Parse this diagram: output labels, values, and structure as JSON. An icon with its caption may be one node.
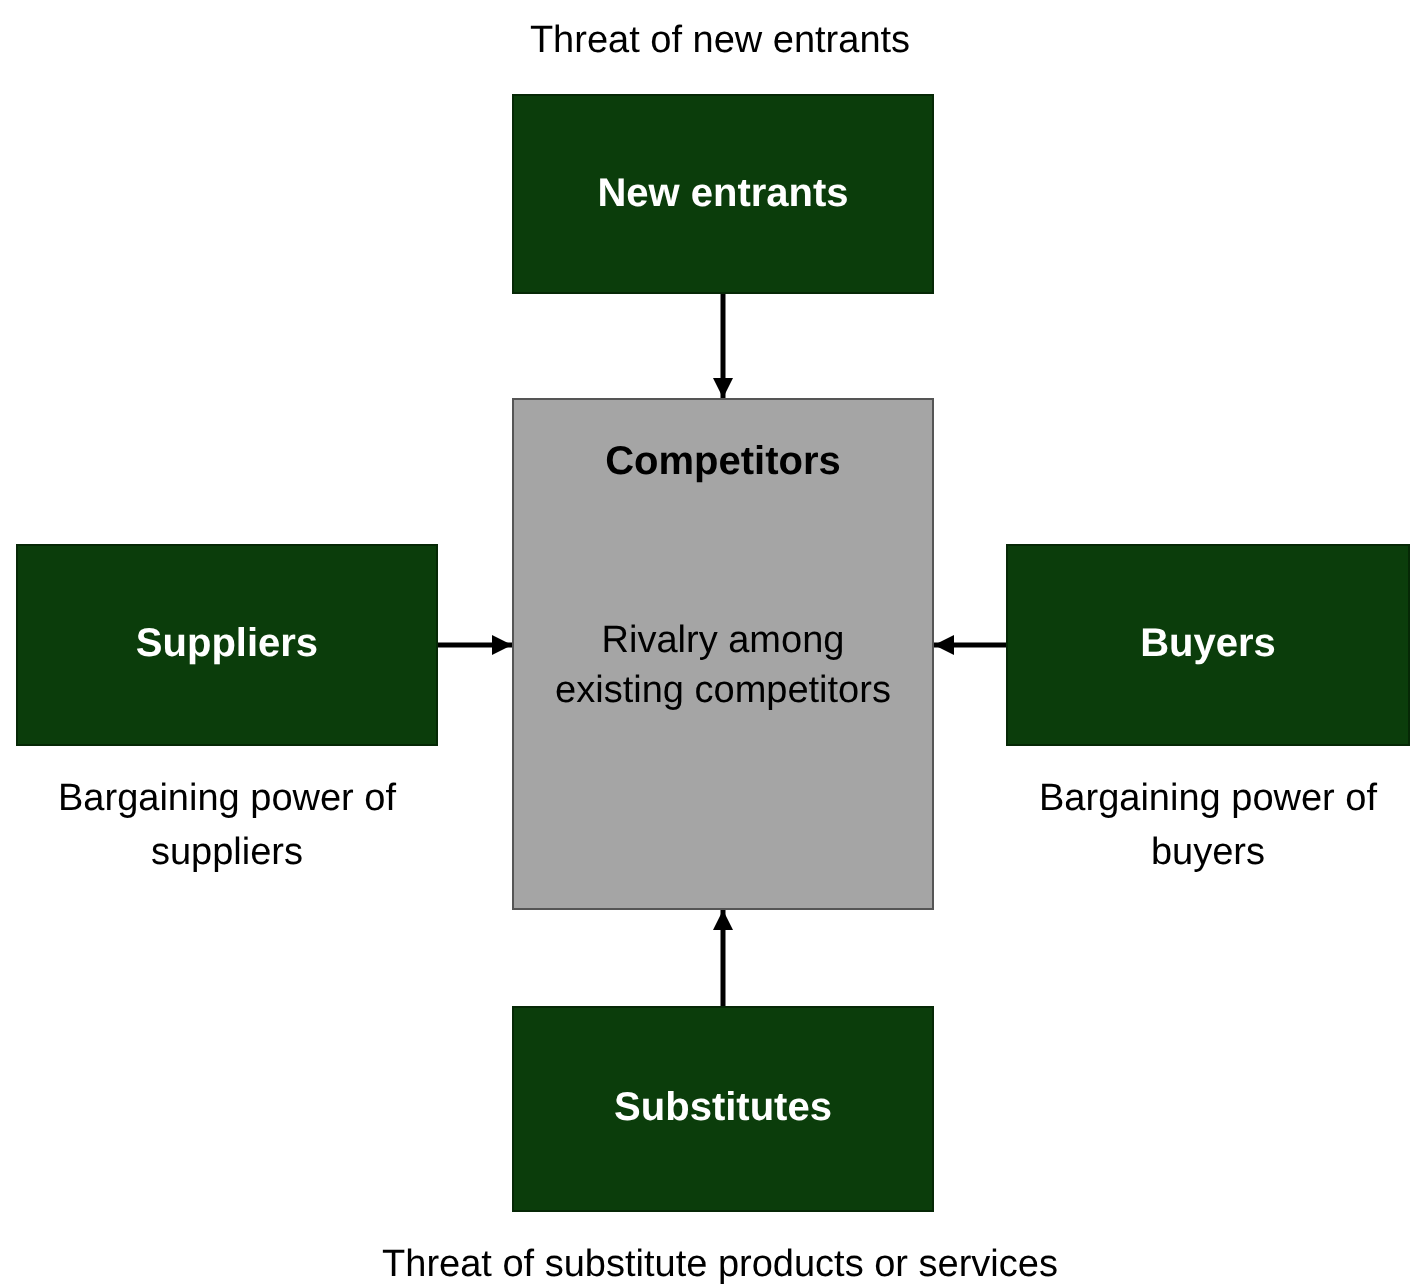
{
  "diagram": {
    "nodes": [
      {
        "text": [
          "New entrants"
        ],
        "beside": [
          "Threat of new entrants"
        ]
      },
      {
        "text": [
          "Competitors",
          "Rivalry among existing competitors"
        ]
      },
      {
        "text": [
          "Suppliers"
        ],
        "beside": [
          "Bargaining power of suppliers"
        ]
      },
      {
        "text": [
          "Buyers"
        ],
        "beside": [
          "Bargaining power of buyers"
        ]
      },
      {
        "text": [
          "Substitutes"
        ],
        "beside": [
          "Threat of substitute products or services"
        ]
      }
    ],
    "edges": [
      {
        "from": 0,
        "to": 1,
        "arrow": "to"
      },
      {
        "from": 2,
        "to": 1,
        "arrow": "to"
      },
      {
        "from": 3,
        "to": 1,
        "arrow": "to"
      },
      {
        "from": 4,
        "to": 1,
        "arrow": "to"
      }
    ]
  }
}
